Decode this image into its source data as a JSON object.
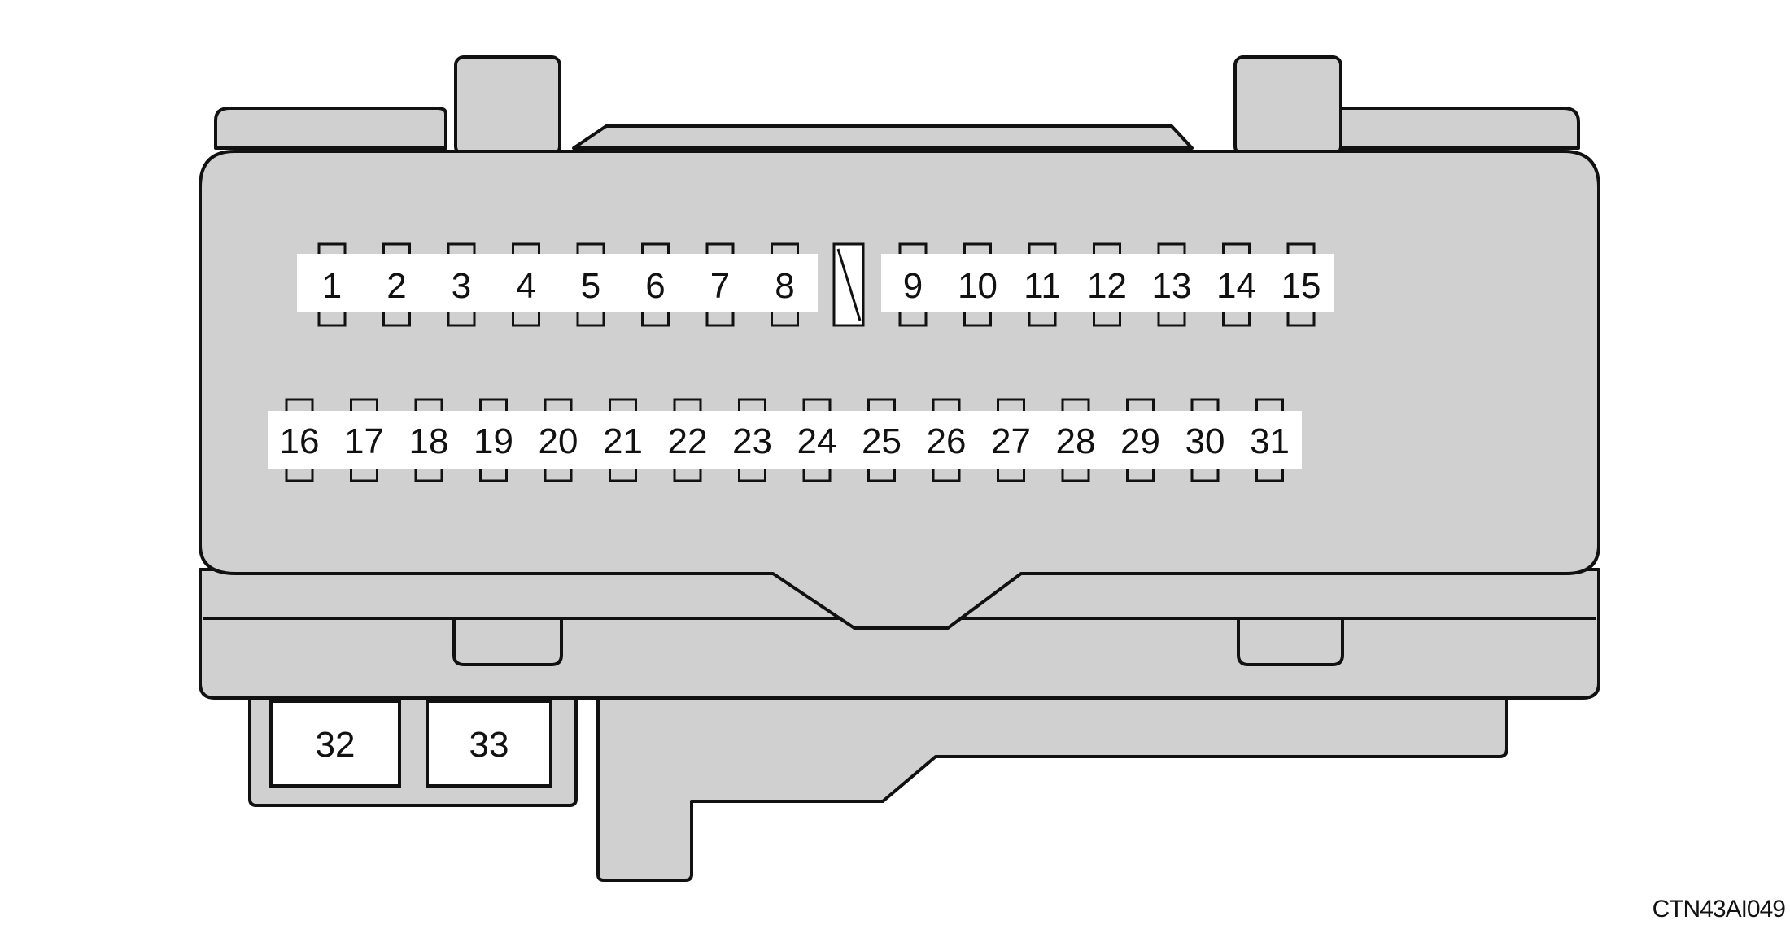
{
  "fuse_box": {
    "row1": [
      "1",
      "2",
      "3",
      "4",
      "5",
      "6",
      "7",
      "8",
      "9",
      "10",
      "11",
      "12",
      "13",
      "14",
      "15"
    ],
    "row2": [
      "16",
      "17",
      "18",
      "19",
      "20",
      "21",
      "22",
      "23",
      "24",
      "25",
      "26",
      "27",
      "28",
      "29",
      "30",
      "31"
    ],
    "relays": [
      "32",
      "33"
    ]
  },
  "reference_code": "CTN43AI049",
  "colors": {
    "body": "#d0d0d1",
    "outline": "#111111",
    "label_bg": "#ffffff"
  }
}
